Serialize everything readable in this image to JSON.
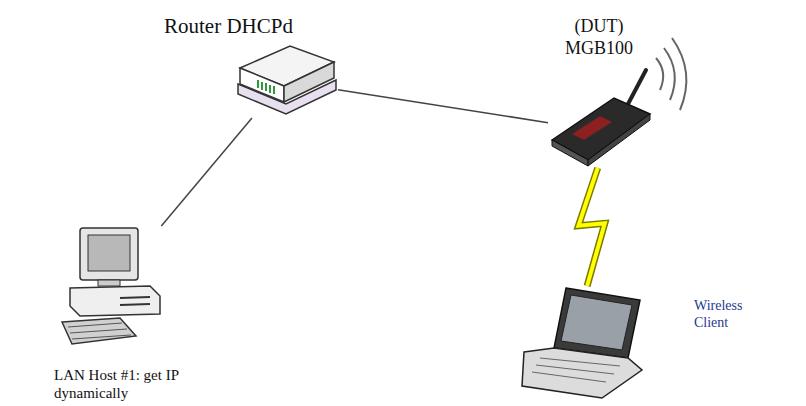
{
  "diagram": {
    "nodes": [
      {
        "text": [
          "Router DHCPd"
        ]
      },
      {
        "text": [
          "(DUT) MGB100"
        ]
      },
      {
        "text": [
          "LAN Host #1: get IP dynamically"
        ]
      },
      {
        "text": [
          "Wireless Client"
        ]
      }
    ],
    "edges": [
      {
        "from": 2,
        "to": 0,
        "arrow": "none"
      },
      {
        "from": 0,
        "to": 1,
        "arrow": "none"
      },
      {
        "from": 1,
        "to": 3,
        "arrow": "none"
      }
    ]
  }
}
